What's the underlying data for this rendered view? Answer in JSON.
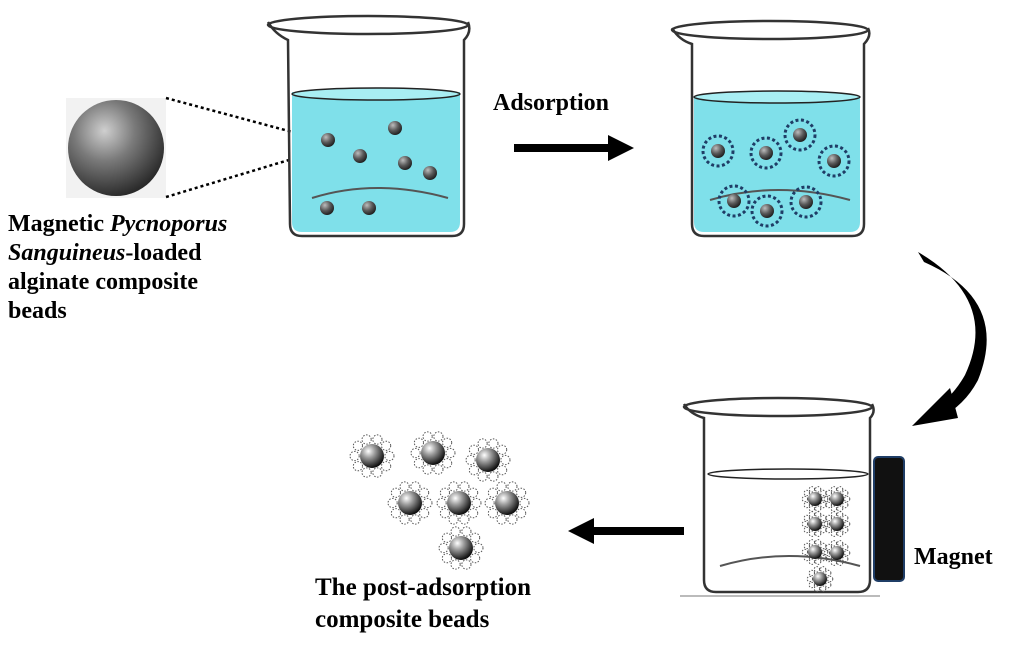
{
  "labels": {
    "bead_line1_plain": "Magnetic",
    "bead_line1_italic": "Pycnoporus",
    "bead_line2_italic": "Sanguineus",
    "bead_line2_plain": "-loaded",
    "bead_line3": "alginate composite",
    "bead_line4": "beads",
    "adsorption": "Adsorption",
    "magnet": "Magnet",
    "post_line1": "The post-adsorption",
    "post_line2": "composite beads"
  },
  "colors": {
    "water": "#7fe0ea",
    "water_surface": "#a8eef3",
    "bead": "#555555",
    "dotted_ring": "#1f3d66",
    "magnet": "#111111",
    "magnet_border": "#1f3d66",
    "arrow": "#000000"
  },
  "icons": {
    "bead_closeup": "grey-sphere",
    "beaker": "glass-beaker",
    "loaded_bead": "sphere-with-fungal-clusters"
  }
}
